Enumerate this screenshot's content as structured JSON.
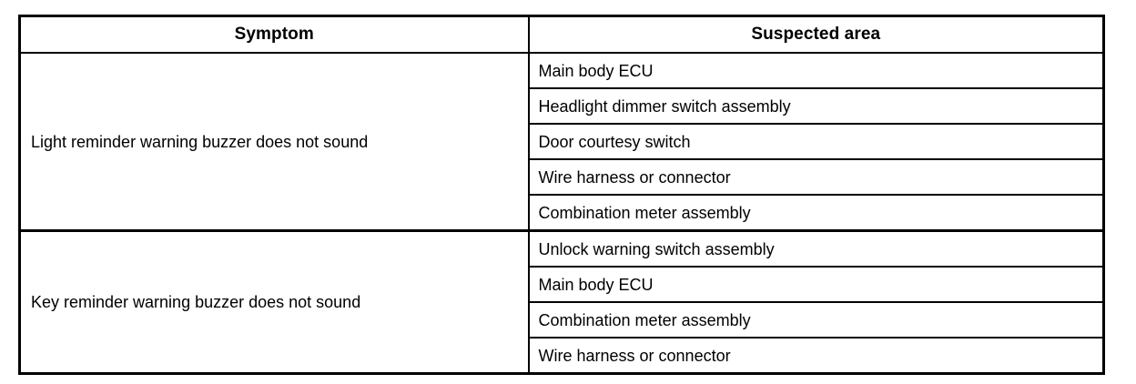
{
  "table": {
    "columns": [
      {
        "key": "symptom",
        "header": "Symptom"
      },
      {
        "key": "area",
        "header": "Suspected area"
      }
    ],
    "groups": [
      {
        "symptom": "Light reminder warning buzzer does not sound",
        "suspected_areas": [
          "Main body ECU",
          "Headlight dimmer switch assembly",
          "Door courtesy switch",
          "Wire harness or connector",
          "Combination meter assembly"
        ]
      },
      {
        "symptom": "Key reminder warning buzzer does not sound",
        "suspected_areas": [
          "Unlock warning switch assembly",
          "Main body ECU",
          "Combination meter assembly",
          "Wire harness or connector"
        ]
      }
    ]
  },
  "colors": {
    "border": "#000000",
    "text": "#000000",
    "background": "#ffffff"
  }
}
